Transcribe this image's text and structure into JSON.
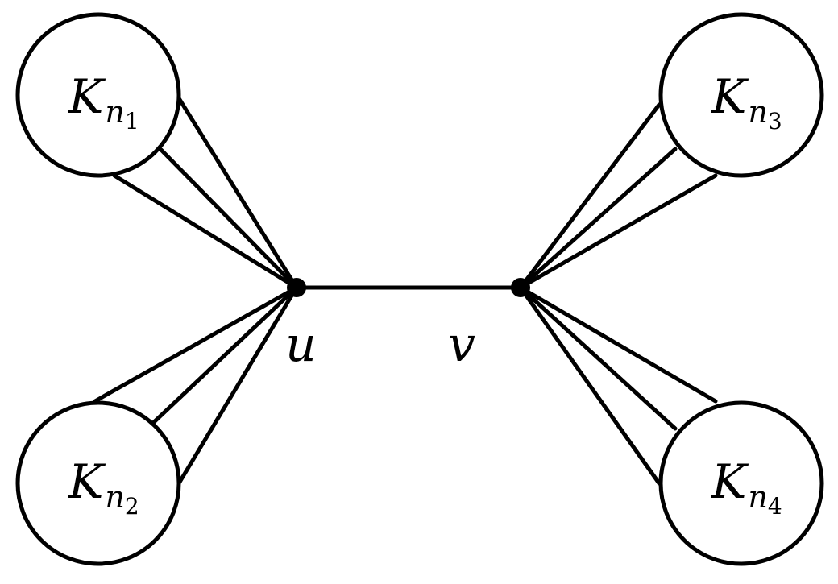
{
  "cliques": [
    {
      "base": "K",
      "sub": "n",
      "index": "1"
    },
    {
      "base": "K",
      "sub": "n",
      "index": "2"
    },
    {
      "base": "K",
      "sub": "n",
      "index": "3"
    },
    {
      "base": "K",
      "sub": "n",
      "index": "4"
    }
  ],
  "vertices": {
    "u": "u",
    "v": "v"
  },
  "colors": {
    "stroke": "#000000",
    "background": "#ffffff"
  }
}
